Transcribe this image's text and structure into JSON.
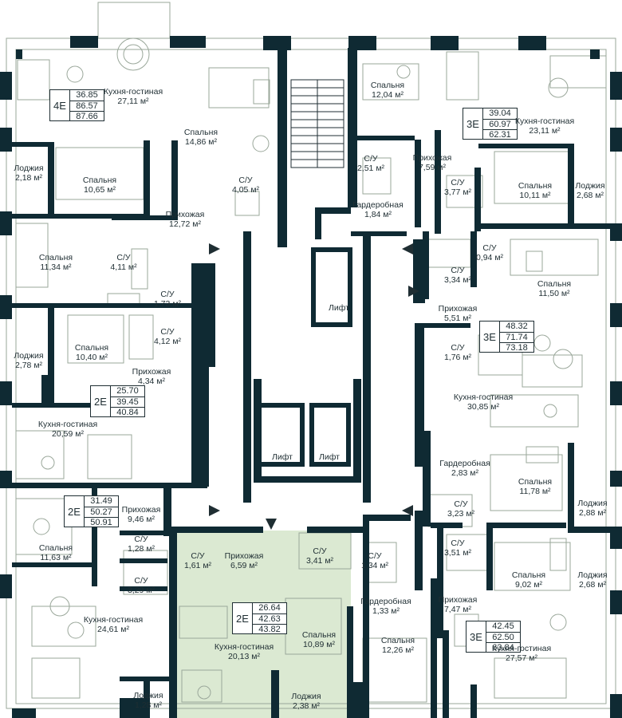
{
  "colors": {
    "wall": "#0f2a33",
    "furniture": "#9aa79a",
    "highlight": "#dbe9d2",
    "line": "#1f2e33"
  },
  "lift_label": "Лифт",
  "apartments": [
    {
      "id": "apt-nw",
      "type": "4Е",
      "areas": [
        "36.85",
        "86.57",
        "87.66"
      ]
    },
    {
      "id": "apt-ne",
      "type": "3Е",
      "areas": [
        "39.04",
        "60.97",
        "62.31"
      ]
    },
    {
      "id": "apt-w1",
      "type": "2Е",
      "areas": [
        "25.70",
        "39.45",
        "40.84"
      ]
    },
    {
      "id": "apt-e1",
      "type": "3Е",
      "areas": [
        "48.32",
        "71.74",
        "73.18"
      ]
    },
    {
      "id": "apt-w2",
      "type": "2Е",
      "areas": [
        "31.49",
        "50.27",
        "50.91"
      ]
    },
    {
      "id": "apt-s",
      "type": "2Е",
      "areas": [
        "26.64",
        "42.63",
        "43.82"
      ]
    },
    {
      "id": "apt-se",
      "type": "3Е",
      "areas": [
        "42.45",
        "62.50",
        "63.84"
      ]
    }
  ],
  "rooms": [
    {
      "name": "Кухня-гостиная",
      "area": "27,11 м²"
    },
    {
      "name": "Спальня",
      "area": "14,86 м²"
    },
    {
      "name": "Лоджия",
      "area": "2,18 м²"
    },
    {
      "name": "Спальня",
      "area": "10,65 м²"
    },
    {
      "name": "С/У",
      "area": "4,05 м²"
    },
    {
      "name": "Прихожая",
      "area": "12,72 м²"
    },
    {
      "name": "Спальня",
      "area": "11,34 м²"
    },
    {
      "name": "С/У",
      "area": "4,11 м²"
    },
    {
      "name": "С/У",
      "area": "1,73 м²"
    },
    {
      "name": "Спальня",
      "area": "10,40 м²"
    },
    {
      "name": "С/У",
      "area": "4,12 м²"
    },
    {
      "name": "Лоджия",
      "area": "2,78 м²"
    },
    {
      "name": "Прихожая",
      "area": "4,34 м²"
    },
    {
      "name": "Кухня-гостиная",
      "area": "20,59 м²"
    },
    {
      "name": "Прихожая",
      "area": "9,46 м²"
    },
    {
      "name": "Спальня",
      "area": "11,63 м²"
    },
    {
      "name": "С/У",
      "area": "1,28 м²"
    },
    {
      "name": "С/У",
      "area": "3,29 м²"
    },
    {
      "name": "Кухня-гостиная",
      "area": "24,61 м²"
    },
    {
      "name": "Лоджия",
      "area": "1,28 м²"
    },
    {
      "name": "С/У",
      "area": "1,61 м²"
    },
    {
      "name": "Прихожая",
      "area": "6,59 м²"
    },
    {
      "name": "С/У",
      "area": "3,41 м²"
    },
    {
      "name": "Кухня-гостиная",
      "area": "20,13 м²"
    },
    {
      "name": "Спальня",
      "area": "10,89 м²"
    },
    {
      "name": "Лоджия",
      "area": "2,38 м²"
    },
    {
      "name": "С/У",
      "area": "1,34 м²"
    },
    {
      "name": "Гардеробная",
      "area": "1,33 м²"
    },
    {
      "name": "Спальня",
      "area": "12,26 м²"
    },
    {
      "name": "Спальня",
      "area": "12,04 м²"
    },
    {
      "name": "С/У",
      "area": "2,51 м²"
    },
    {
      "name": "Прихожая",
      "area": "7,59 м²"
    },
    {
      "name": "Кухня-гостиная",
      "area": "23,11 м²"
    },
    {
      "name": "Гардеробная",
      "area": "1,84 м²"
    },
    {
      "name": "С/У",
      "area": "3,77 м²"
    },
    {
      "name": "Спальня",
      "area": "10,11 м²"
    },
    {
      "name": "Лоджия",
      "area": "2,68 м²"
    },
    {
      "name": "С/У",
      "area": "0,94 м²"
    },
    {
      "name": "С/У",
      "area": "3,34 м²"
    },
    {
      "name": "Спальня",
      "area": "11,50 м²"
    },
    {
      "name": "Прихожая",
      "area": "5,51 м²"
    },
    {
      "name": "С/У",
      "area": "1,76 м²"
    },
    {
      "name": "Кухня-гостиная",
      "area": "30,85 м²"
    },
    {
      "name": "Гардеробная",
      "area": "2,83 м²"
    },
    {
      "name": "Спальня",
      "area": "11,78 м²"
    },
    {
      "name": "С/У",
      "area": "3,23 м²"
    },
    {
      "name": "Лоджия",
      "area": "2,88 м²"
    },
    {
      "name": "С/У",
      "area": "3,51 м²"
    },
    {
      "name": "Спальня",
      "area": "9,02 м²"
    },
    {
      "name": "Лоджия",
      "area": "2,68 м²"
    },
    {
      "name": "Прихожая",
      "area": "7,47 м²"
    },
    {
      "name": "Кухня-гостиная",
      "area": "27,57 м²"
    }
  ]
}
